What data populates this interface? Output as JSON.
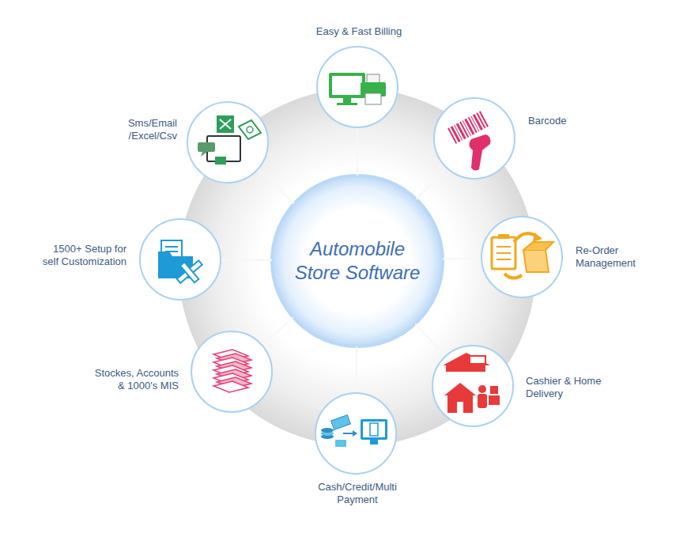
{
  "diagram": {
    "nodes": [
      {
        "text": [
          "Automobile Store Software"
        ]
      },
      {
        "text": [
          "Easy & Fast Billing"
        ]
      },
      {
        "text": [
          "Barcode"
        ]
      },
      {
        "text": [
          "Re-Order Management"
        ]
      },
      {
        "text": [
          "Cashier & Home Delivery"
        ]
      },
      {
        "text": [
          "Cash/Credit/Multi Payment"
        ]
      },
      {
        "text": [
          "Stockes, Accounts & 1000's MIS"
        ]
      },
      {
        "text": [
          "1500+ Setup for self Customization"
        ]
      },
      {
        "text": [
          "Sms/Email /Excel/Csv"
        ]
      }
    ],
    "edges": [
      {
        "from": 0,
        "to": 1,
        "arrow": "none"
      },
      {
        "from": 0,
        "to": 2,
        "arrow": "none"
      },
      {
        "from": 0,
        "to": 3,
        "arrow": "none"
      },
      {
        "from": 0,
        "to": 4,
        "arrow": "none"
      },
      {
        "from": 0,
        "to": 5,
        "arrow": "none"
      },
      {
        "from": 0,
        "to": 6,
        "arrow": "none"
      },
      {
        "from": 0,
        "to": 7,
        "arrow": "none"
      },
      {
        "from": 0,
        "to": 8,
        "arrow": "none"
      }
    ]
  }
}
